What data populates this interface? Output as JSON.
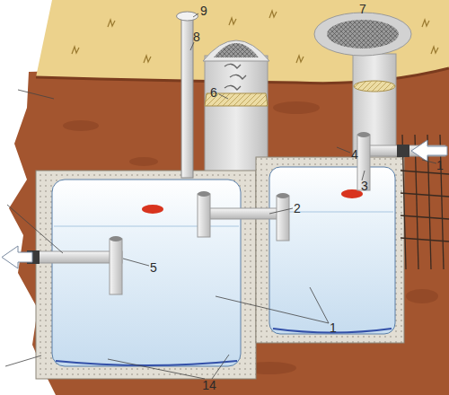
{
  "diagram": {
    "labels": [
      "9",
      "8",
      "7",
      "6",
      "4",
      "1",
      "3",
      "2",
      "5",
      "1",
      "14"
    ]
  }
}
